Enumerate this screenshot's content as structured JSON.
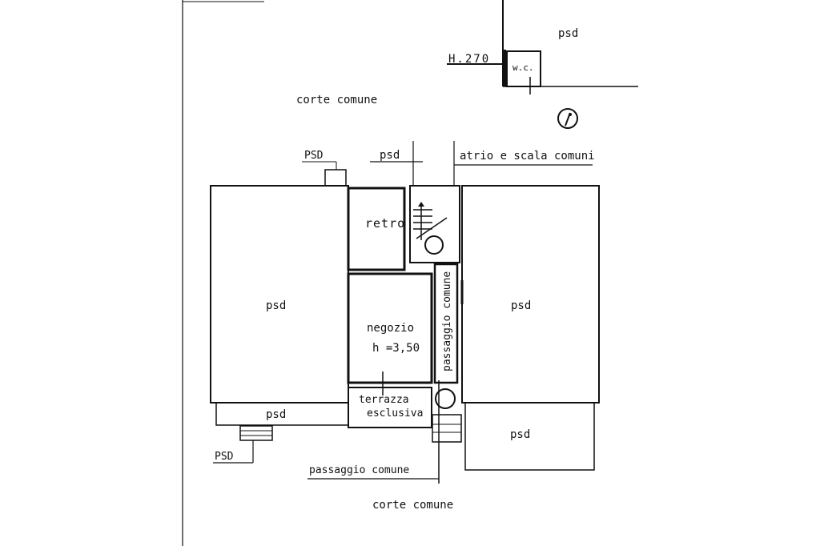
{
  "labels": {
    "psd_top_right": "psd",
    "height_mark": "H.270",
    "wc": "w.c.",
    "corte_comune_top": "corte comune",
    "psd_tag_left": "PSD",
    "psd_top_mid": "psd",
    "atrio": "atrio e scala comuni",
    "retro": "retro",
    "psd_left": "psd",
    "psd_right": "psd",
    "negozio": "negozio",
    "negozio_height": "h =3,50",
    "passaggio_comune_vertical": "passaggio comune",
    "terrazza_1": "terrazza",
    "terrazza_2": "esclusiva",
    "psd_bottom_left": "psd",
    "psd_bottom_right": "psd",
    "psd_tag_bottom": "PSD",
    "passaggio_comune_bottom": "passaggio comune",
    "corte_comune_bottom": "corte comune"
  }
}
